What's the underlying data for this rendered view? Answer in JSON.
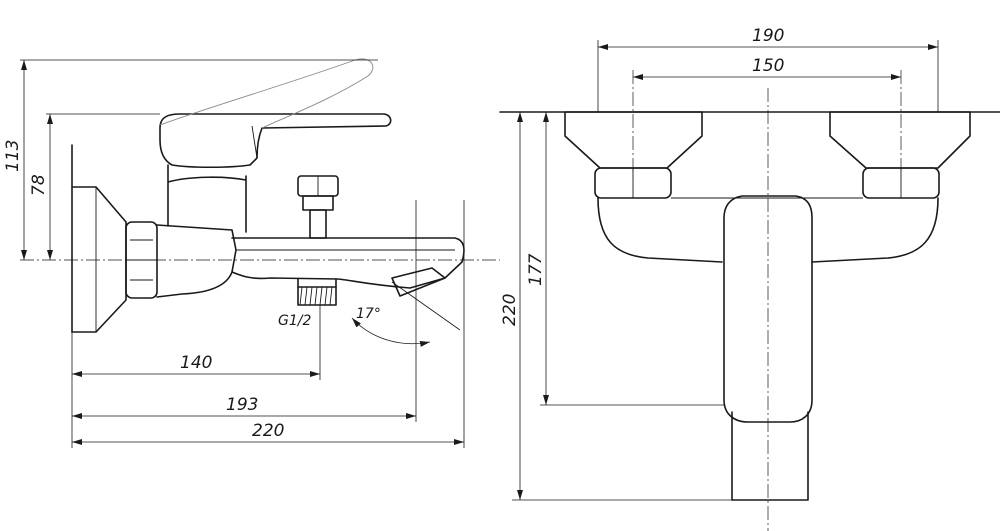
{
  "side_view": {
    "dims": {
      "d140": "140",
      "d193": "193",
      "d220": "220",
      "h113": "113",
      "h78": "78"
    },
    "thread_label": "G1/2",
    "angle_label": "17°"
  },
  "front_view": {
    "dims": {
      "w190": "190",
      "w150": "150",
      "h220": "220",
      "h177": "177"
    }
  }
}
